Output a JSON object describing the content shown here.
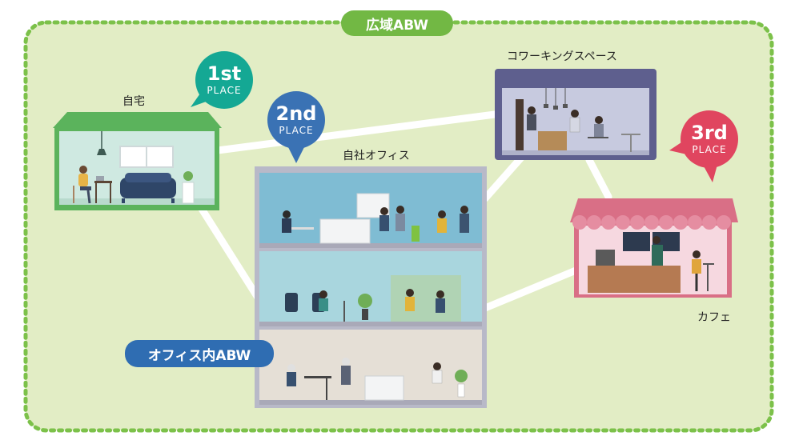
{
  "wide_abw_label": "広域ABW",
  "office_abw_label": "オフィス内ABW",
  "places": {
    "home": {
      "name": "自宅",
      "ordinal": "1st",
      "place_word": "PLACE"
    },
    "office": {
      "name": "自社オフィス",
      "ordinal": "2nd",
      "place_word": "PLACE"
    },
    "coworking": {
      "name": "コワーキングスペース"
    },
    "cafe": {
      "name": "カフェ",
      "ordinal": "3rd",
      "place_word": "PLACE"
    }
  },
  "colors": {
    "background": "#e2edc5",
    "border_dash": "#7cc14a",
    "wide_pill": "#72b844",
    "office_pill": "#2f6db2",
    "first_place": "#14a894",
    "second_place": "#3a72b4",
    "third_place": "#e0455f",
    "home_roof": "#5bb35c",
    "coworking_frame": "#5e5f8e",
    "cafe_awning": "#d96f86",
    "office_frame": "#b8b9c8"
  }
}
